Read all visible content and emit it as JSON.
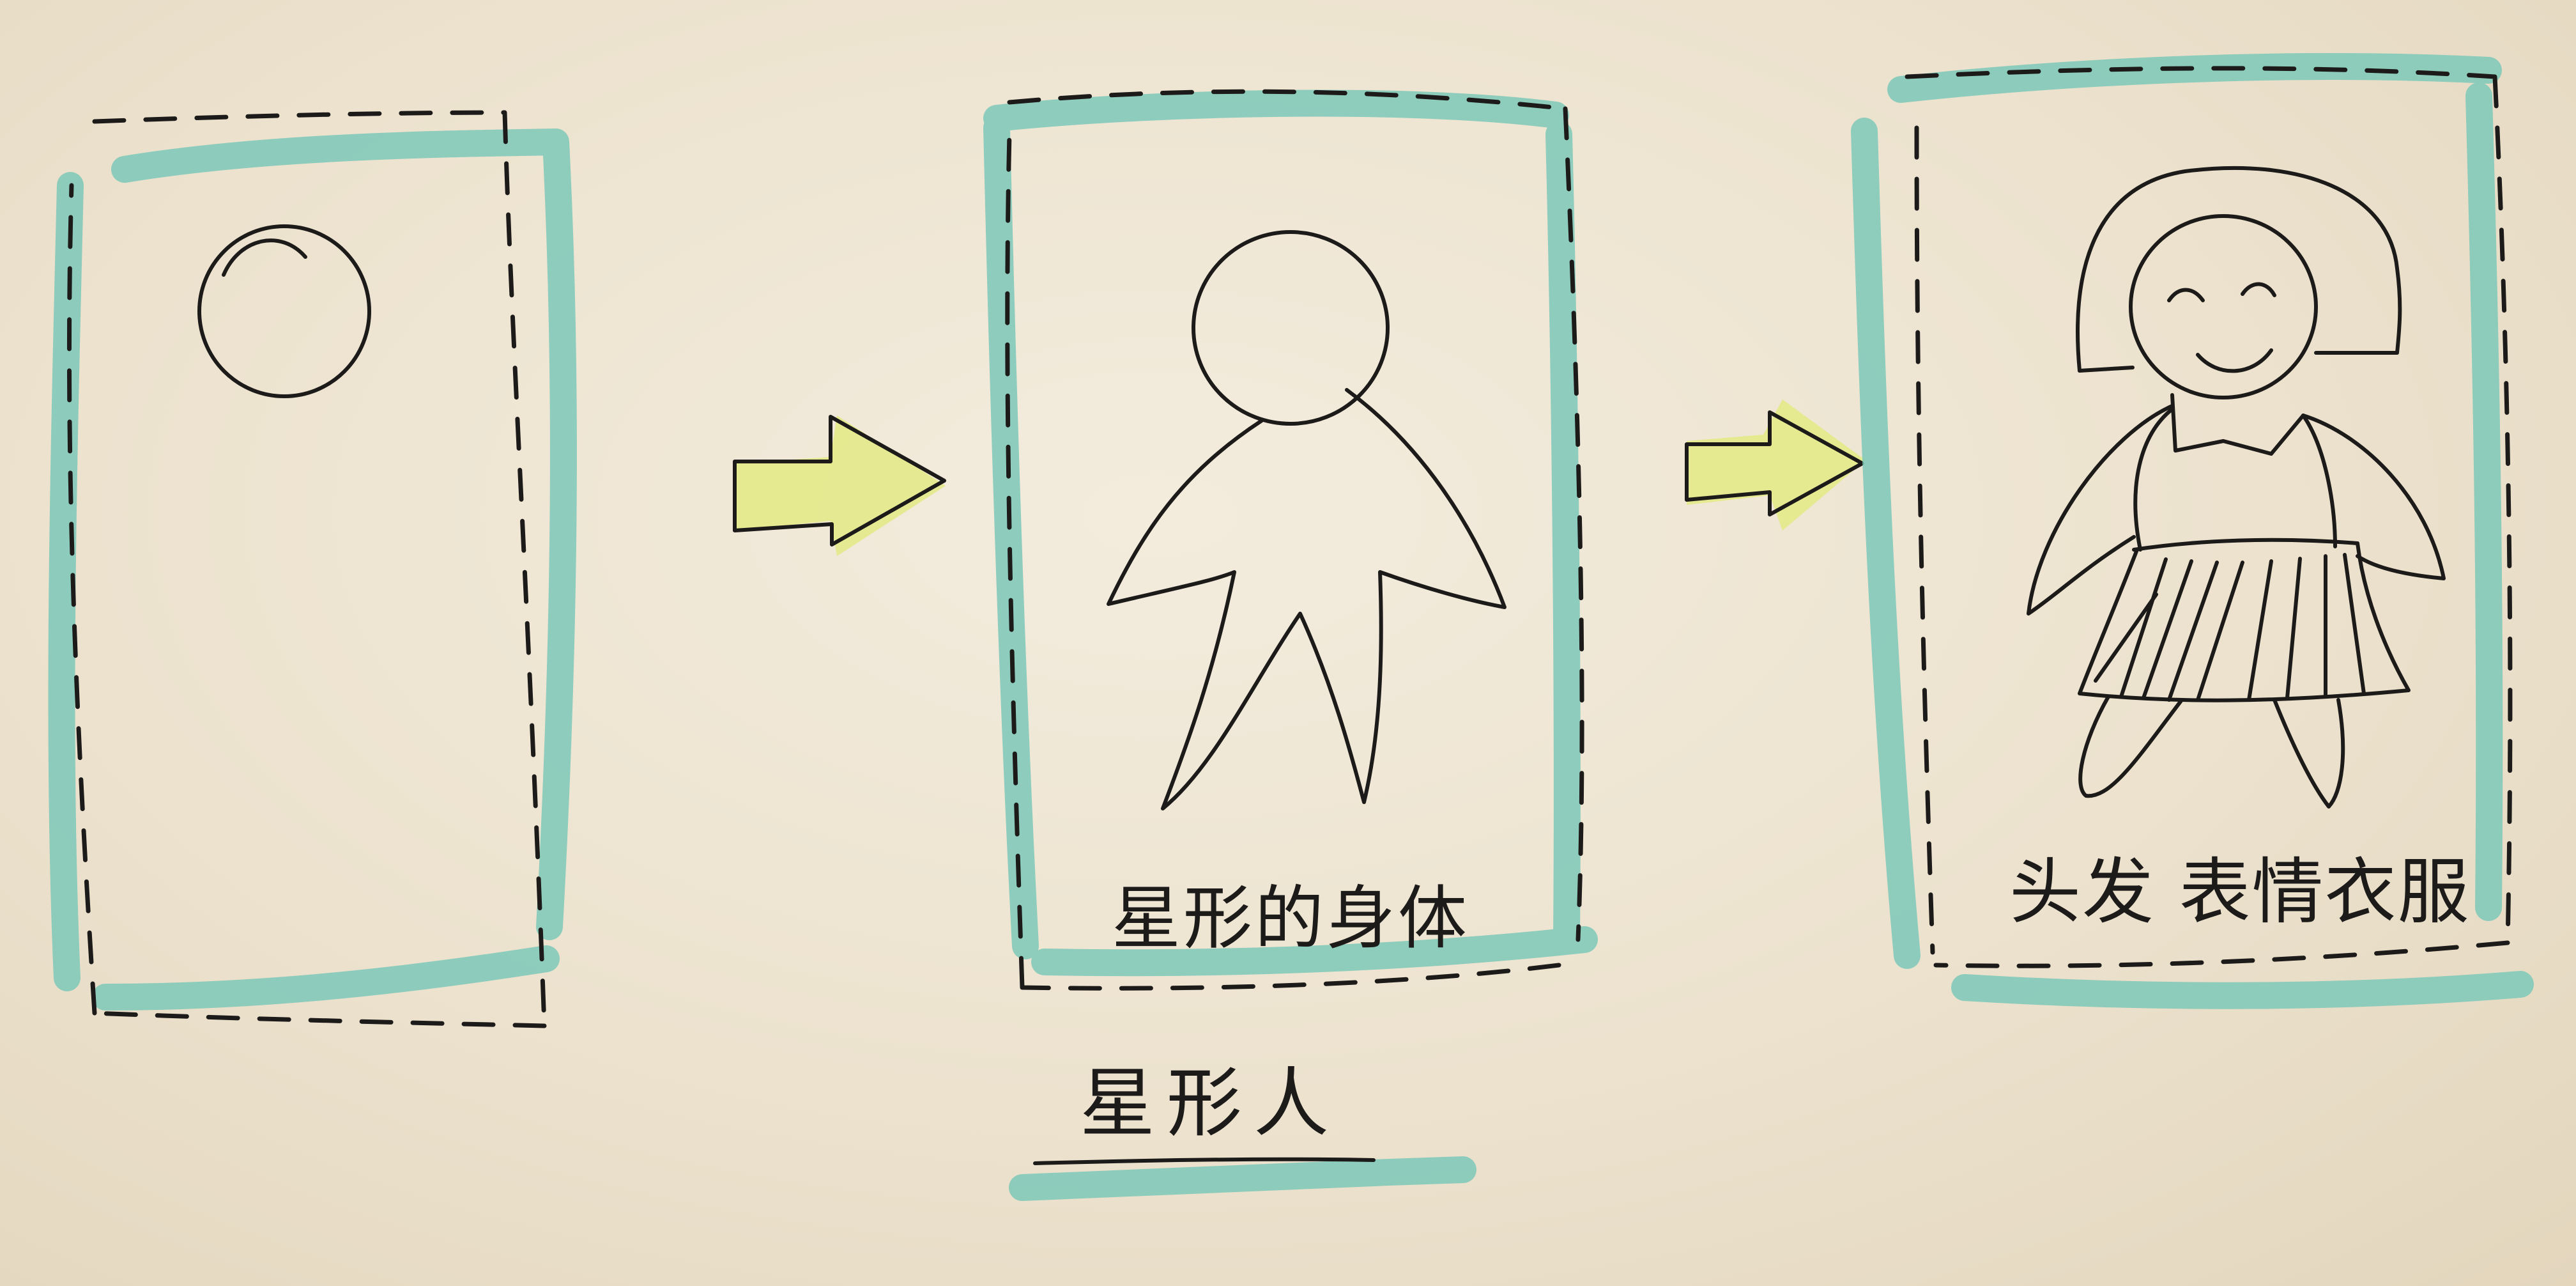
{
  "panels": [
    {
      "label": ""
    },
    {
      "label": "星形的身体"
    },
    {
      "label": "头发 表情衣服"
    }
  ],
  "caption": "星形人",
  "colors": {
    "paper": "#efe6d3",
    "ink": "#1c1b1a",
    "frame_marker": "#7cc8b8",
    "arrow_marker": "#e3ea8a"
  },
  "arrows": [
    "arrow-right-icon",
    "arrow-right-icon"
  ]
}
